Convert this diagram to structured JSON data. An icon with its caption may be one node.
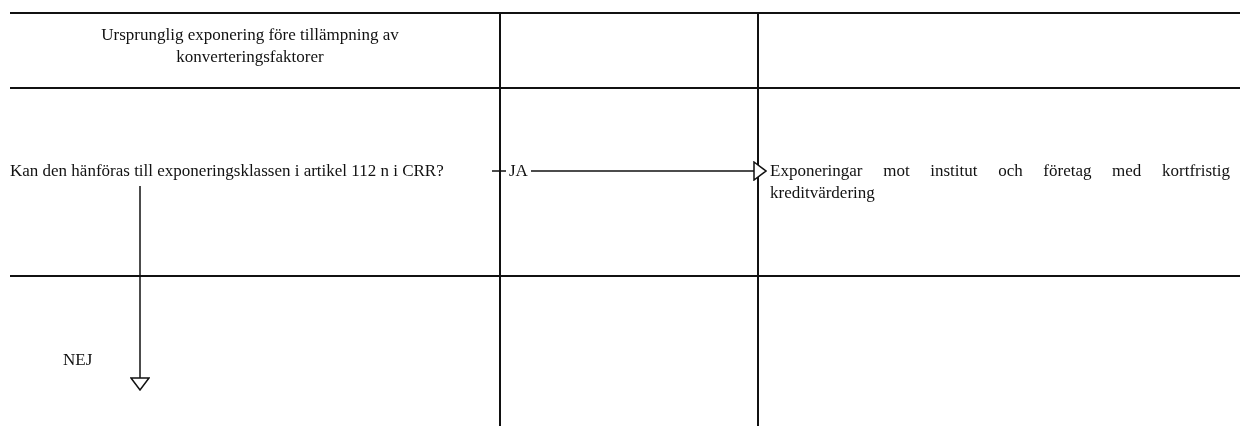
{
  "diagram": {
    "nodes": [
      {
        "text": [
          "Ursprunglig exponering före tillämpning av konverteringsfaktorer"
        ]
      },
      {
        "text": [
          "Kan den hänföras till exponeringsklassen i artikel 112 n i CRR?"
        ]
      },
      {
        "text": [
          "Exponeringar mot institut och företag med kortfristig kreditvärdering"
        ]
      }
    ],
    "edges": [
      {
        "from": 1,
        "to": 2,
        "arrow": "to",
        "label": "JA"
      },
      {
        "from": 1,
        "to": null,
        "arrow": "to",
        "label": "NEJ"
      }
    ]
  }
}
